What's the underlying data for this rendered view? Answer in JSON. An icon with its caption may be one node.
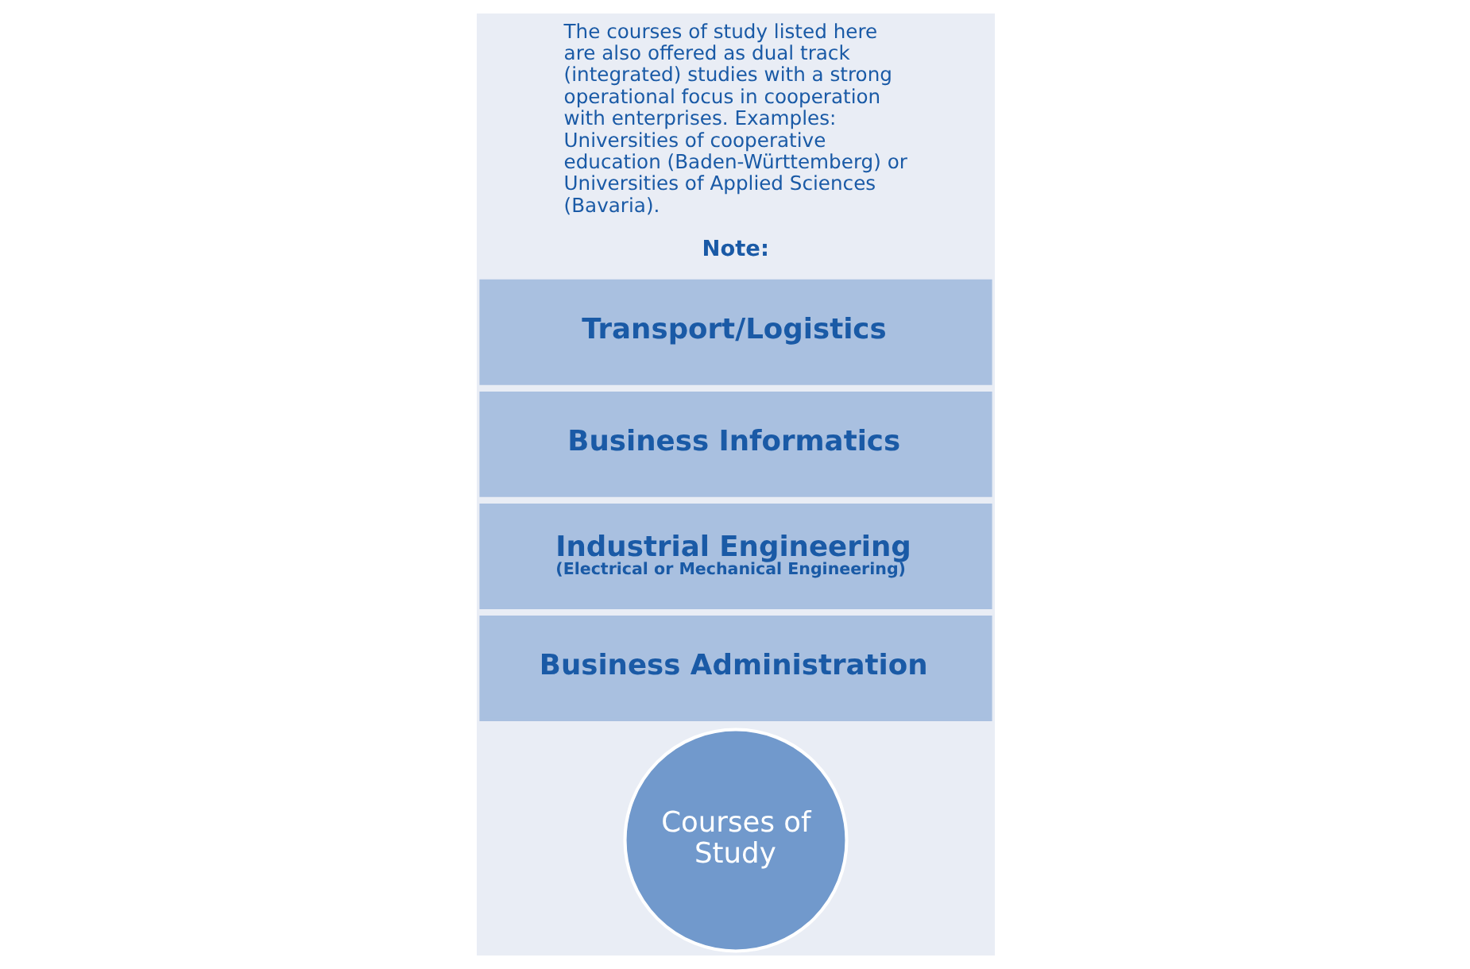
{
  "diagram": {
    "nodes": [
      {
        "text": [
          "Courses of Study"
        ]
      },
      {
        "text": [
          "Business Administration"
        ]
      },
      {
        "text": [
          "Industrial Engineering",
          "(Electrical or Mechanical Engineering)"
        ]
      },
      {
        "text": [
          "Business Informatics"
        ]
      },
      {
        "text": [
          "Transport/Logistics"
        ]
      }
    ],
    "labels": [
      "Note:",
      "The courses of study listed here are also offered as dual track (integrated) studies with a strong operational focus in cooperation with enterprises. Examples: Universities of cooperative education (Baden-Württemberg) or Universities of Applied Sciences (Bavaria)."
    ]
  }
}
